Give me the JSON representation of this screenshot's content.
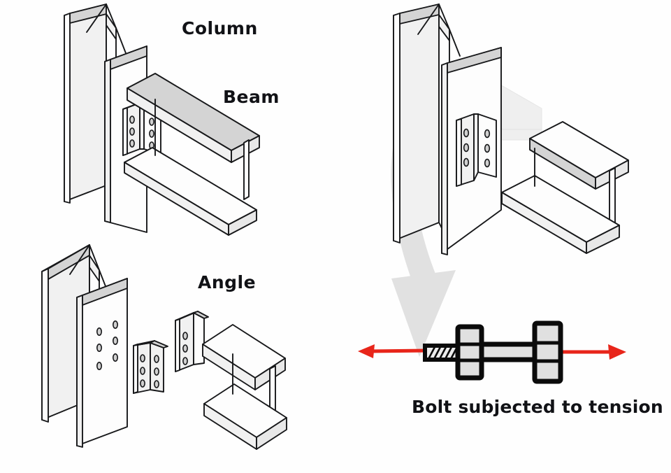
{
  "diagram": {
    "title_implied": "Bolted beam-to-column connection using angles",
    "background_color": "#fefefe",
    "line_color": "#17181a",
    "accent_red": "#e8251a",
    "watermark_gray": "#e1e1e1",
    "steel_fill_light": "#fdfdfd",
    "steel_fill_mid": "#f1f1f1",
    "steel_fill_dark": "#d4d4d4",
    "hole_fill": "#d0d0d0"
  },
  "labels": {
    "column": "Column",
    "beam": "Beam",
    "angle": "Angle",
    "bolt_caption": "Bolt subjected to tension"
  },
  "panels": [
    {
      "id": "top-left",
      "name": "assembled-connection-front",
      "description": "Assembled bolted beam-to-column connection, isometric view",
      "labels": [
        "Column",
        "Beam"
      ],
      "parts": [
        "column-i-section",
        "beam-i-section",
        "connection-angle-pair"
      ],
      "bolt_hole_columns": 2,
      "bolt_holes_per_column": 3
    },
    {
      "id": "top-right",
      "name": "assembled-connection-rear",
      "description": "Same connection viewed with beam pulled back showing angles and ghosted beam outline",
      "labels": [],
      "parts": [
        "column-i-section",
        "beam-i-section",
        "connection-angle-pair",
        "ghost-beam-outline"
      ],
      "bolt_hole_columns": 2,
      "bolt_holes_per_column": 3
    },
    {
      "id": "bottom-left",
      "name": "exploded-connection",
      "description": "Exploded view: column flange with bolt holes, two separate angles, and beam",
      "labels": [
        "Angle"
      ],
      "parts": [
        "column-i-section",
        "angle-left",
        "angle-right",
        "beam-i-section"
      ],
      "column_hole_columns": 2,
      "column_holes_per_column": 3,
      "angle_hole_rows": 3
    },
    {
      "id": "bottom-right",
      "name": "bolt-tension-detail",
      "description": "Single bolt with nut and head, pulled apart by two opposing red force arrows",
      "labels": [
        "Bolt subjected to tension"
      ],
      "parts": [
        "bolt-threaded-shank",
        "bolt-nut",
        "bolt-head",
        "force-arrow-left",
        "force-arrow-right"
      ],
      "arrow_color": "#e8251a",
      "arrow_left_direction": "left",
      "arrow_right_direction": "right"
    }
  ],
  "icons": {
    "watermark_arrow": "curved-down-arrow",
    "force_left": "arrow-left-icon",
    "force_right": "arrow-right-icon"
  }
}
